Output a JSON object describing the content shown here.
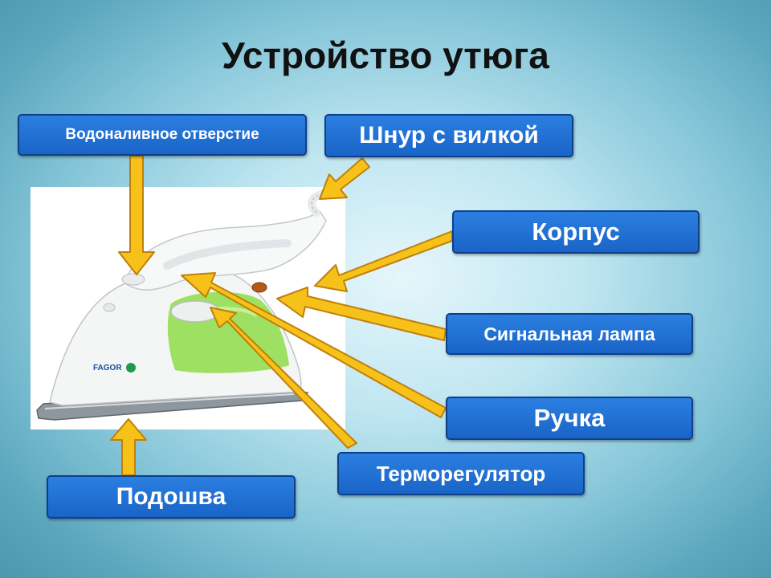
{
  "title": "Устройство утюга",
  "labels": {
    "water_inlet": "Водоналивное отверстие",
    "cord": "Шнур с вилкой",
    "body": "Корпус",
    "signal_lamp": "Сигнальная лампа",
    "handle": "Ручка",
    "thermostat": "Терморегулятор",
    "soleplate": "Подошва"
  },
  "photo_branding": {
    "brand": "FAGOR"
  },
  "colors": {
    "label_fill": "#1f6fd6",
    "label_border": "#0e3f8a",
    "arrow_fill": "#f6c21a",
    "arrow_stroke": "#c07f0a",
    "iron_accent": "#7ed23a"
  }
}
